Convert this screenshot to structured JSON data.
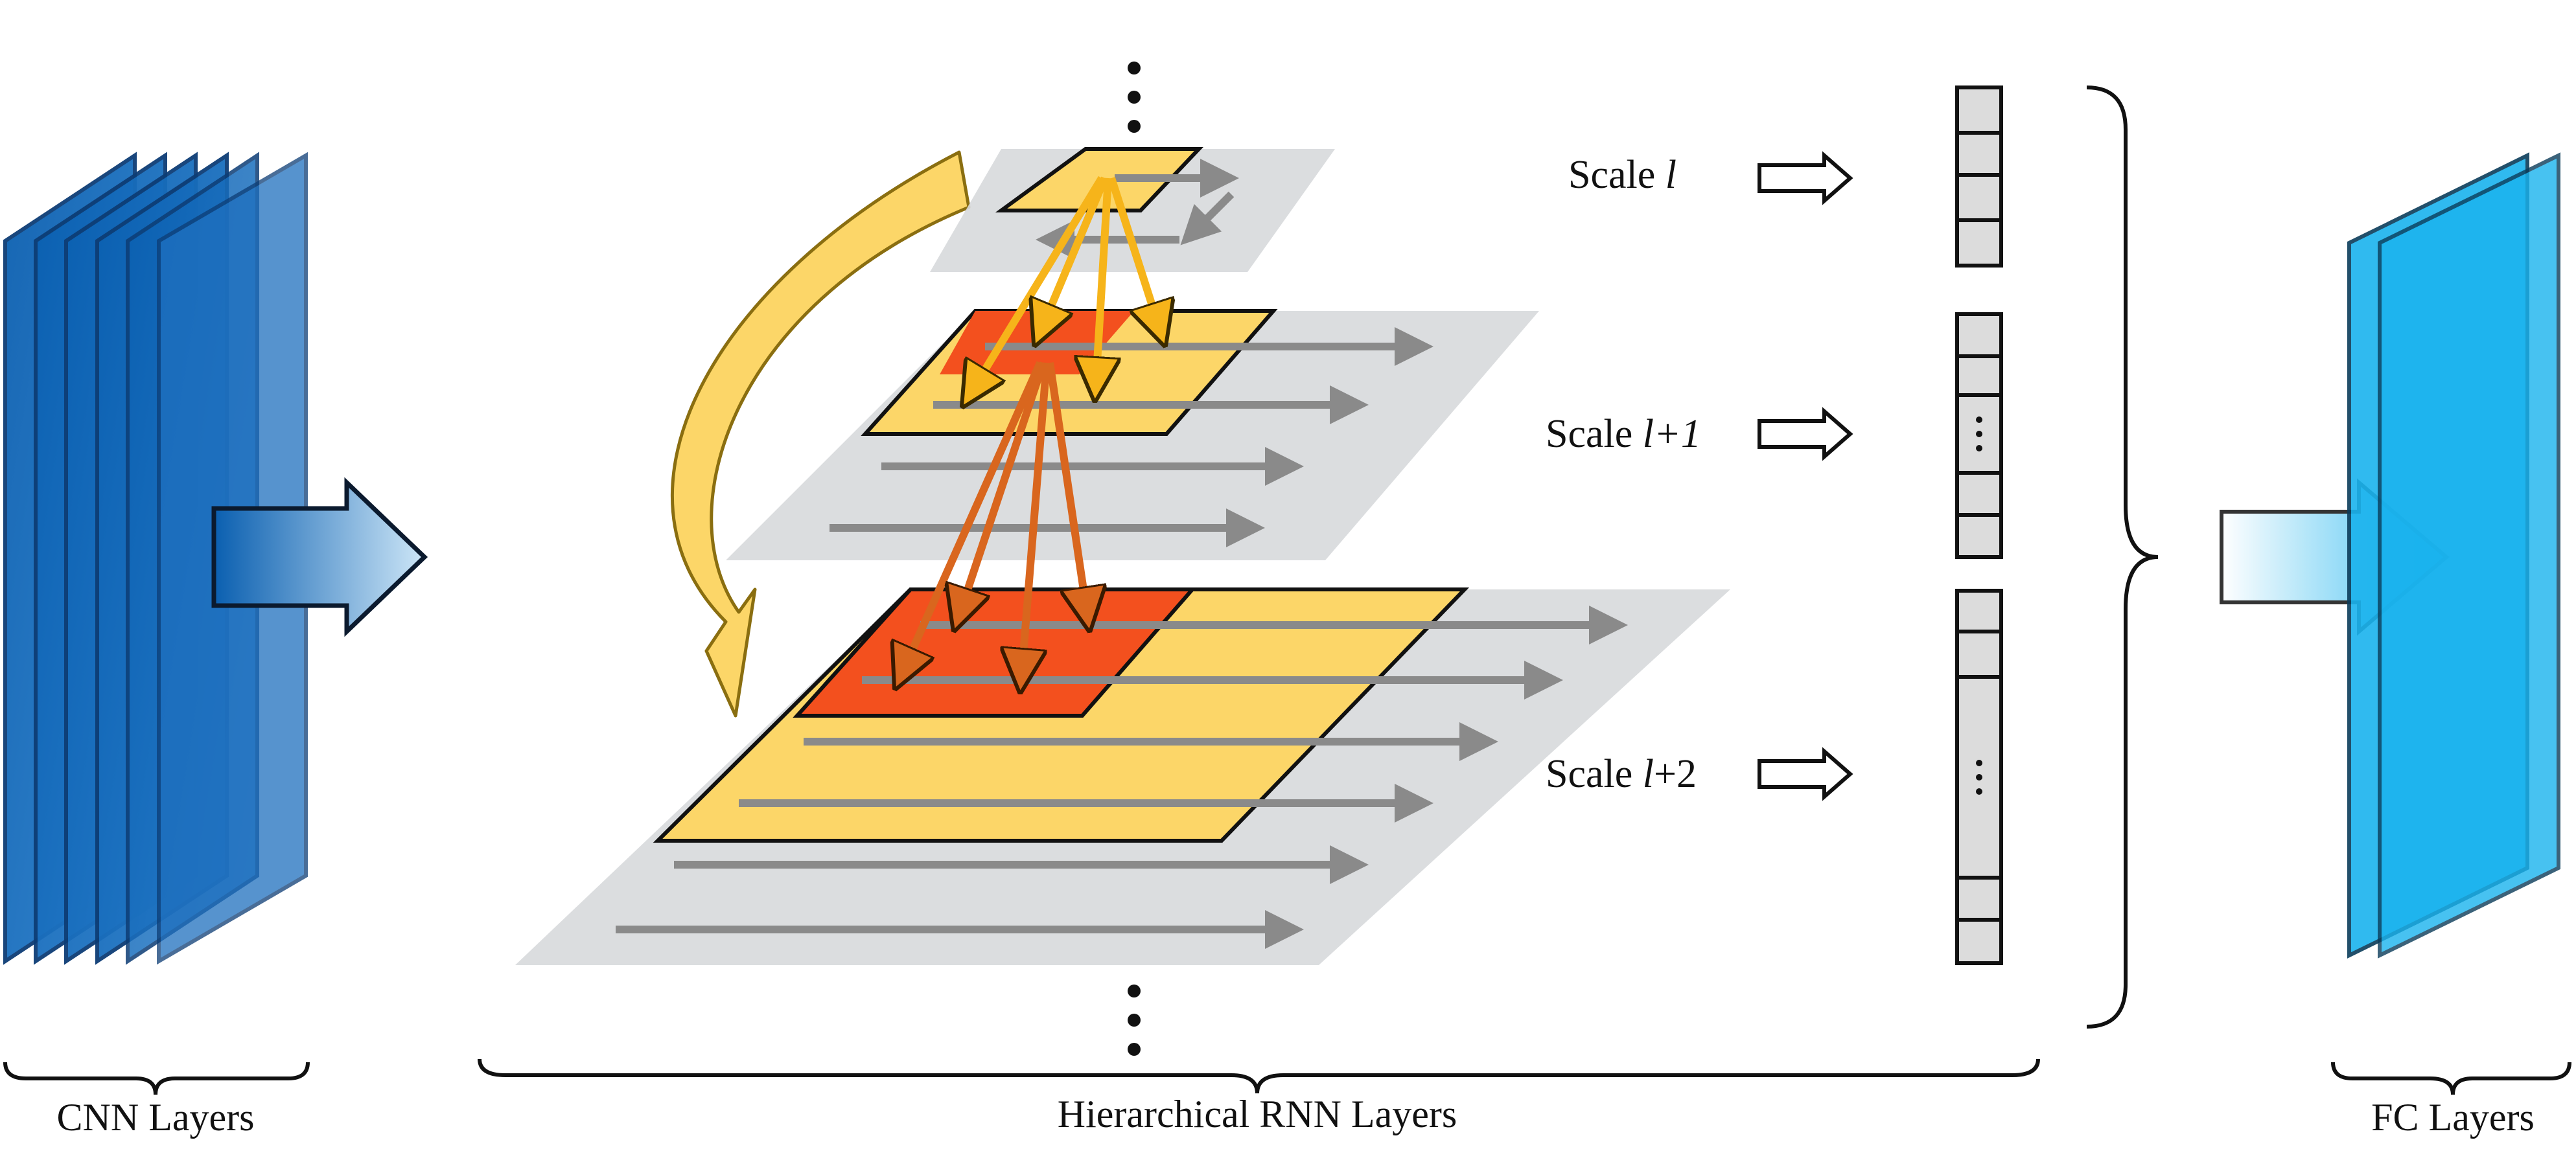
{
  "labels": {
    "cnn_layers": "CNN Layers",
    "rnn_layers": "Hierarchical RNN Layers",
    "fc_layers": "FC Layers"
  },
  "scales": [
    {
      "prefix": "Scale ",
      "var": "l",
      "suffix": ""
    },
    {
      "prefix": "Scale ",
      "var": "l+1",
      "suffix": ""
    },
    {
      "prefix": "Scale ",
      "var": "l",
      "suffix": "+2"
    }
  ],
  "colors": {
    "cnn_blue": "#0a5fb0",
    "fc_blue": "#1ab3ee",
    "plane_gray": "#d7d9dc",
    "highlight_yellow": "#fcd668",
    "highlight_red": "#f3501e",
    "arrow_yellow": "#f6b41a",
    "arrow_orange": "#d9661e",
    "grid_arrow": "#8a8a8a",
    "curved_arrow": "#fcd668"
  },
  "icons": [
    "vertical-ellipsis-icon",
    "hollow-right-arrow-icon",
    "curved-arrow-icon",
    "brace-icon"
  ]
}
